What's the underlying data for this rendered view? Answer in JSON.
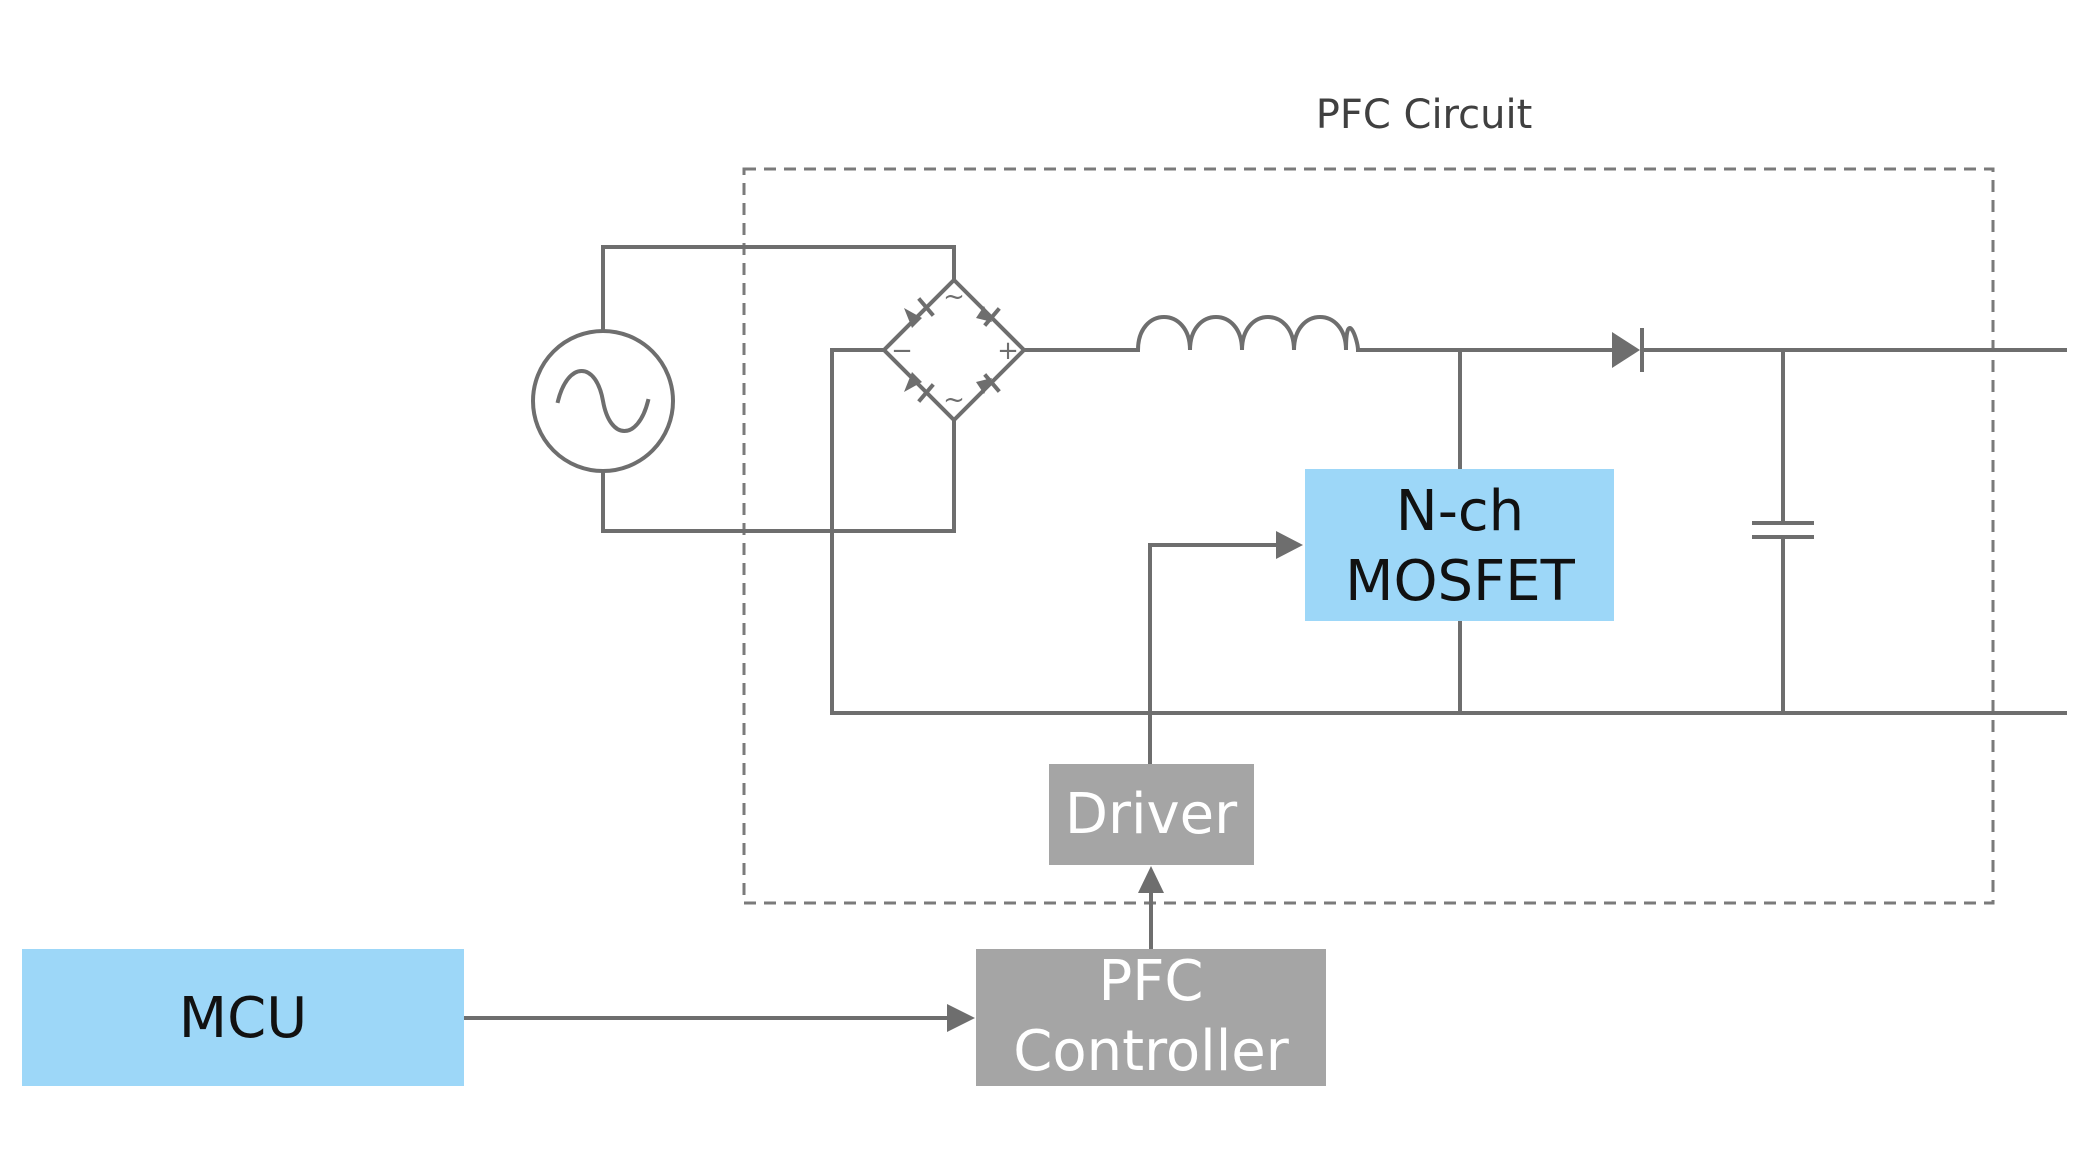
{
  "title": "PFC Circuit",
  "blocks": {
    "mcu": {
      "label": "MCU"
    },
    "pfc_controller": {
      "lines": [
        "PFC",
        "Controller"
      ]
    },
    "driver": {
      "label": "Driver"
    },
    "mosfet": {
      "lines": [
        "N-ch",
        "MOSFET"
      ]
    }
  },
  "bridge_symbols": {
    "ac_top": "~",
    "ac_bottom": "~",
    "minus": "−",
    "plus": "+"
  },
  "colors": {
    "blue_block": "#9dd7f8",
    "gray_block": "#a5a5a5",
    "wire": "#6e6e6e"
  },
  "components": [
    "ac-source",
    "bridge-rectifier",
    "boost-inductor",
    "boost-diode",
    "output-capacitor"
  ]
}
